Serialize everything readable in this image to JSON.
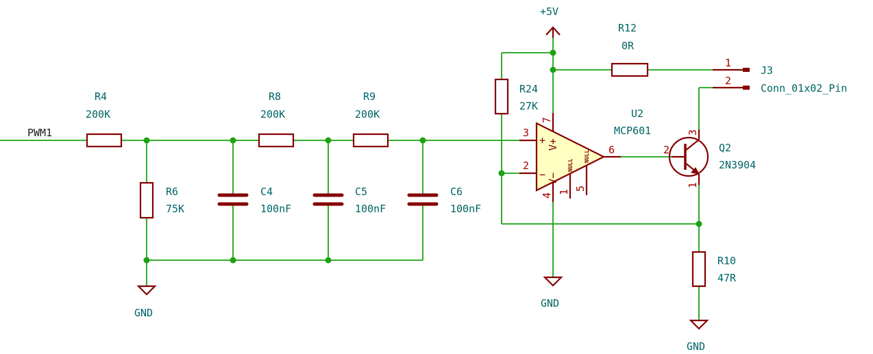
{
  "net_label": "PWM1",
  "power": {
    "vcc": "+5V",
    "gnd_left": "GND",
    "gnd_mid": "GND",
    "gnd_right": "GND"
  },
  "components": {
    "R4": {
      "ref": "R4",
      "value": "200K"
    },
    "R6": {
      "ref": "R6",
      "value": "75K"
    },
    "C4": {
      "ref": "C4",
      "value": "100nF"
    },
    "R8": {
      "ref": "R8",
      "value": "200K"
    },
    "C5": {
      "ref": "C5",
      "value": "100nF"
    },
    "R9": {
      "ref": "R9",
      "value": "200K"
    },
    "C6": {
      "ref": "C6",
      "value": "100nF"
    },
    "R24": {
      "ref": "R24",
      "value": "27K"
    },
    "R12": {
      "ref": "R12",
      "value": "0R"
    },
    "U2": {
      "ref": "U2",
      "value": "MCP601"
    },
    "Q2": {
      "ref": "Q2",
      "value": "2N3904"
    },
    "R10": {
      "ref": "R10",
      "value": "47R"
    },
    "J3": {
      "ref": "J3",
      "value": "Conn_01x02_Pin"
    }
  },
  "pins": {
    "u2_in_plus": "3",
    "u2_in_minus": "2",
    "u2_vplus": "7",
    "u2_vminus": "4",
    "u2_out": "6",
    "u2_null1": "1",
    "u2_null5": "5",
    "q2_base": "2",
    "q2_collector": "3",
    "q2_emitter": "1",
    "j3_pin1": "1",
    "j3_pin2": "2"
  },
  "opamp_symbols": {
    "plus": "+",
    "minus": "−",
    "vplus": "V+",
    "vminus": "V−",
    "null": "NULL"
  }
}
